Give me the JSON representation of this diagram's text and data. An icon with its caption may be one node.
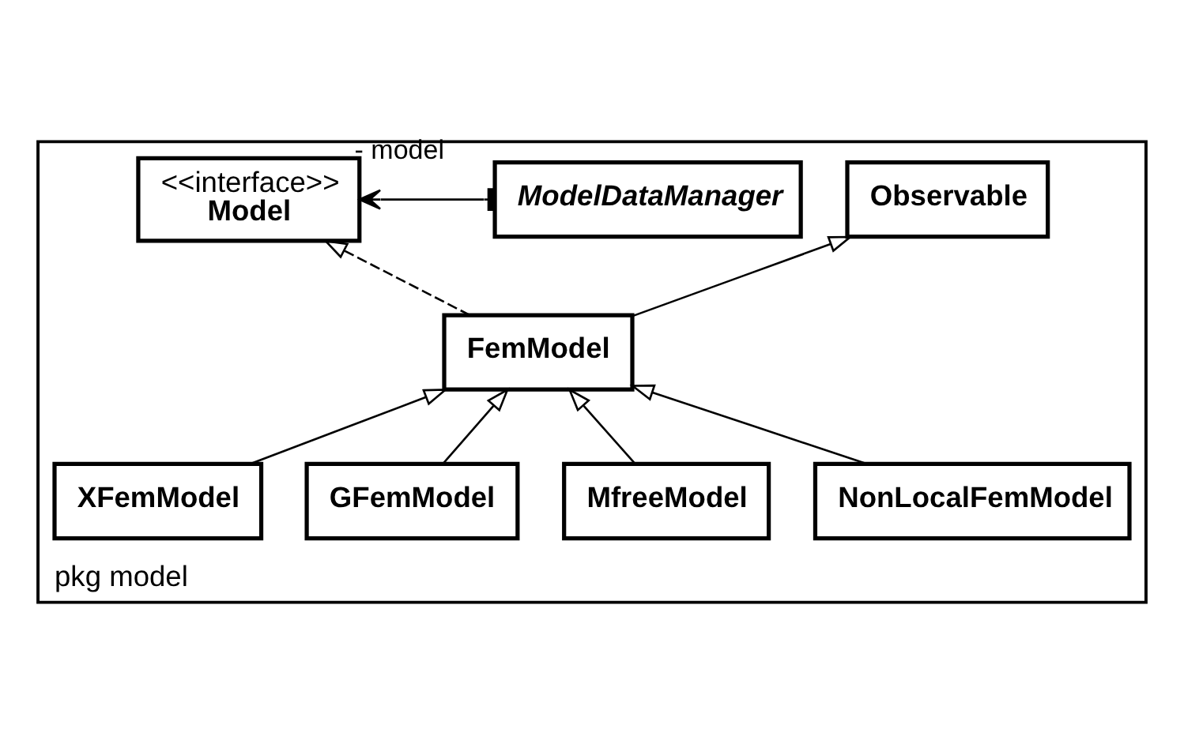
{
  "diagram": {
    "nodes": [
      {
        "text": [
          "pkg model"
        ]
      },
      {
        "text": [
          "<<interface>>",
          "Model"
        ],
        "in": 0
      },
      {
        "text": [
          "ModelDataManager"
        ],
        "in": 0
      },
      {
        "text": [
          "Observable"
        ],
        "in": 0
      },
      {
        "text": [
          "FemModel"
        ],
        "in": 0
      },
      {
        "text": [
          "NonLocalFemModel"
        ],
        "in": 0
      },
      {
        "text": [
          "MfreeModel"
        ],
        "in": 0
      },
      {
        "text": [
          "GFemModel"
        ],
        "in": 0
      },
      {
        "text": [
          "XFemModel"
        ],
        "in": 0
      }
    ],
    "edges": [
      {
        "from": 2,
        "to": 1,
        "arrow": "to",
        "label": "- model"
      },
      {
        "from": 4,
        "to": 1,
        "arrow": "to",
        "style": "dashed"
      },
      {
        "from": 4,
        "to": 3,
        "arrow": "to"
      },
      {
        "from": 5,
        "to": 4,
        "arrow": "to"
      },
      {
        "from": 6,
        "to": 4,
        "arrow": "to"
      },
      {
        "from": 7,
        "to": 4,
        "arrow": "to"
      },
      {
        "from": 8,
        "to": 4,
        "arrow": "to"
      }
    ]
  }
}
